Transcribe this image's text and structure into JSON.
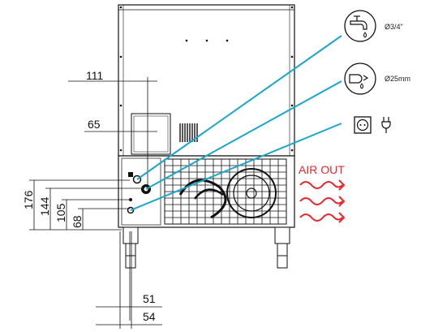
{
  "dimensions": {
    "top_offset": "111",
    "side_offset": "65",
    "height_176": "176",
    "height_144": "144",
    "height_105": "105",
    "height_68": "68",
    "bottom_51": "51",
    "bottom_54": "54"
  },
  "connections": [
    {
      "icon": "water-tap-icon",
      "label": "Ø3/4\""
    },
    {
      "icon": "drain-pipe-icon",
      "label": "Ø25mm"
    },
    {
      "icon": "power-socket-icon",
      "label": ""
    }
  ],
  "air_out": {
    "label": "AIR OUT",
    "color": "#e8262b"
  },
  "colors": {
    "leader": "#1aa6c8",
    "outline": "#111111"
  }
}
